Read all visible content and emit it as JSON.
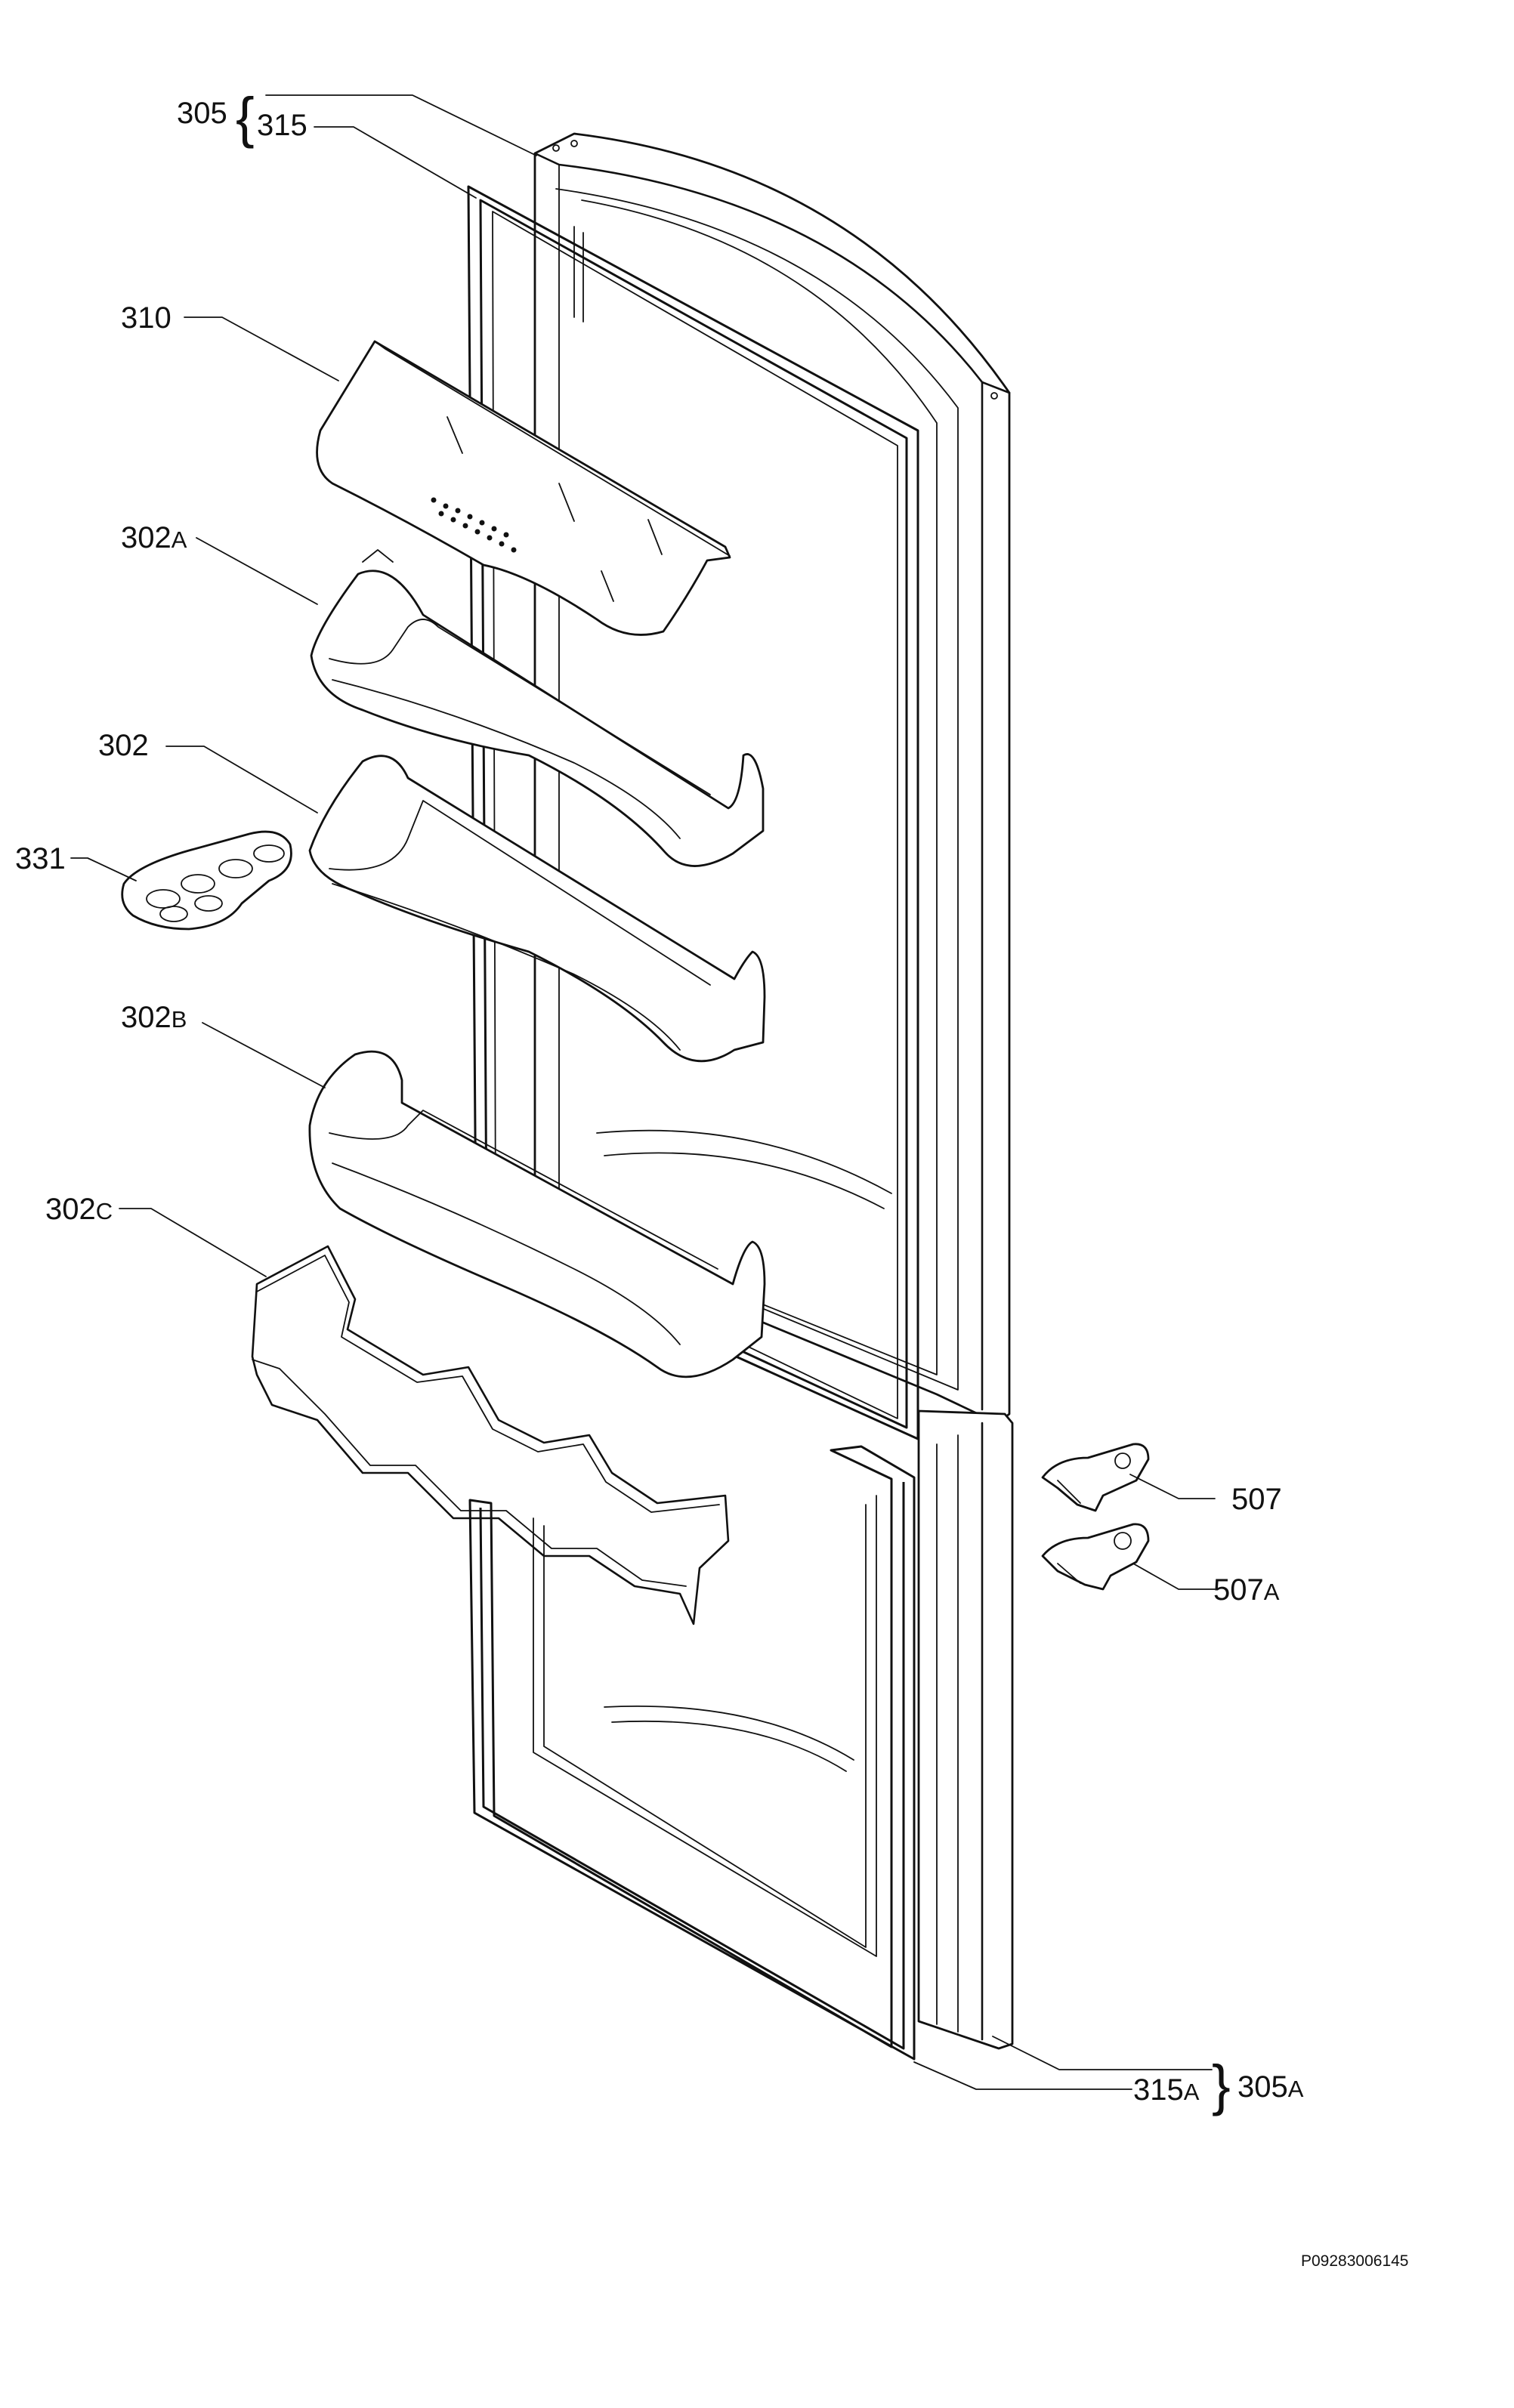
{
  "callouts": {
    "c305": "305",
    "c315": "315",
    "c310": "310",
    "c302A": {
      "num": "302",
      "sfx": "A"
    },
    "c302": "302",
    "c331": "331",
    "c302B": {
      "num": "302",
      "sfx": "B"
    },
    "c302C": {
      "num": "302",
      "sfx": "C"
    },
    "c507": "507",
    "c507A": {
      "num": "507",
      "sfx": "A"
    },
    "c315A": {
      "num": "315",
      "sfx": "A"
    },
    "c305A": {
      "num": "305",
      "sfx": "A"
    }
  },
  "braces": {
    "open": "{",
    "close": "}"
  },
  "reference": "P09283006145"
}
